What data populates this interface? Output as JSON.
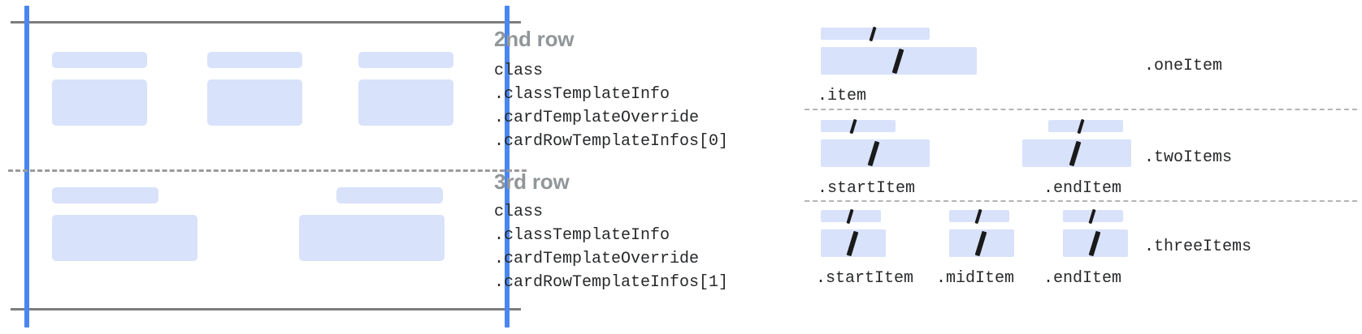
{
  "left_diagram": {
    "name": "card-rows-preview",
    "guides": {
      "top_rule": true,
      "bottom_rule": true,
      "left_edge": true,
      "right_edge": true,
      "row_divider_dashed": true
    },
    "rows": [
      {
        "index": 0,
        "name": "second-row-preview",
        "cells": [
          {
            "label_bar": true,
            "body_block": true
          },
          {
            "label_bar": true,
            "body_block": true
          },
          {
            "label_bar": true,
            "body_block": true
          }
        ]
      },
      {
        "index": 1,
        "name": "third-row-preview",
        "cells": [
          {
            "label_bar": true,
            "body_block": true
          },
          {
            "label_bar": true,
            "body_block": true
          }
        ]
      }
    ]
  },
  "text_column": {
    "blocks": [
      {
        "heading": "2nd row",
        "code": "class\n.classTemplateInfo\n.cardTemplateOverride\n.cardRowTemplateInfos[0]"
      },
      {
        "heading": "3rd row",
        "code": "class\n.classTemplateInfo\n.cardTemplateOverride\n.cardRowTemplateInfos[1]"
      }
    ]
  },
  "right_diagram": {
    "variants": [
      {
        "name": "one-item",
        "variant_label": ".oneItem",
        "slots": [
          {
            "label": ".item"
          }
        ]
      },
      {
        "name": "two-items",
        "variant_label": ".twoItems",
        "slots": [
          {
            "label": ".startItem"
          },
          {
            "label": ".endItem"
          }
        ]
      },
      {
        "name": "three-items",
        "variant_label": ".threeItems",
        "slots": [
          {
            "label": ".startItem"
          },
          {
            "label": ".midItem"
          },
          {
            "label": ".endItem"
          }
        ]
      }
    ]
  },
  "colors": {
    "placeholder_fill": "#d9e2fb",
    "guide_blue": "#4a86f0",
    "guide_gray": "#7d7d7d",
    "dashed_gray": "#9a9a9a",
    "heading_gray": "#919699",
    "code_text": "#27292b",
    "slash_black": "#1a1a1a",
    "background": "#ffffff"
  }
}
